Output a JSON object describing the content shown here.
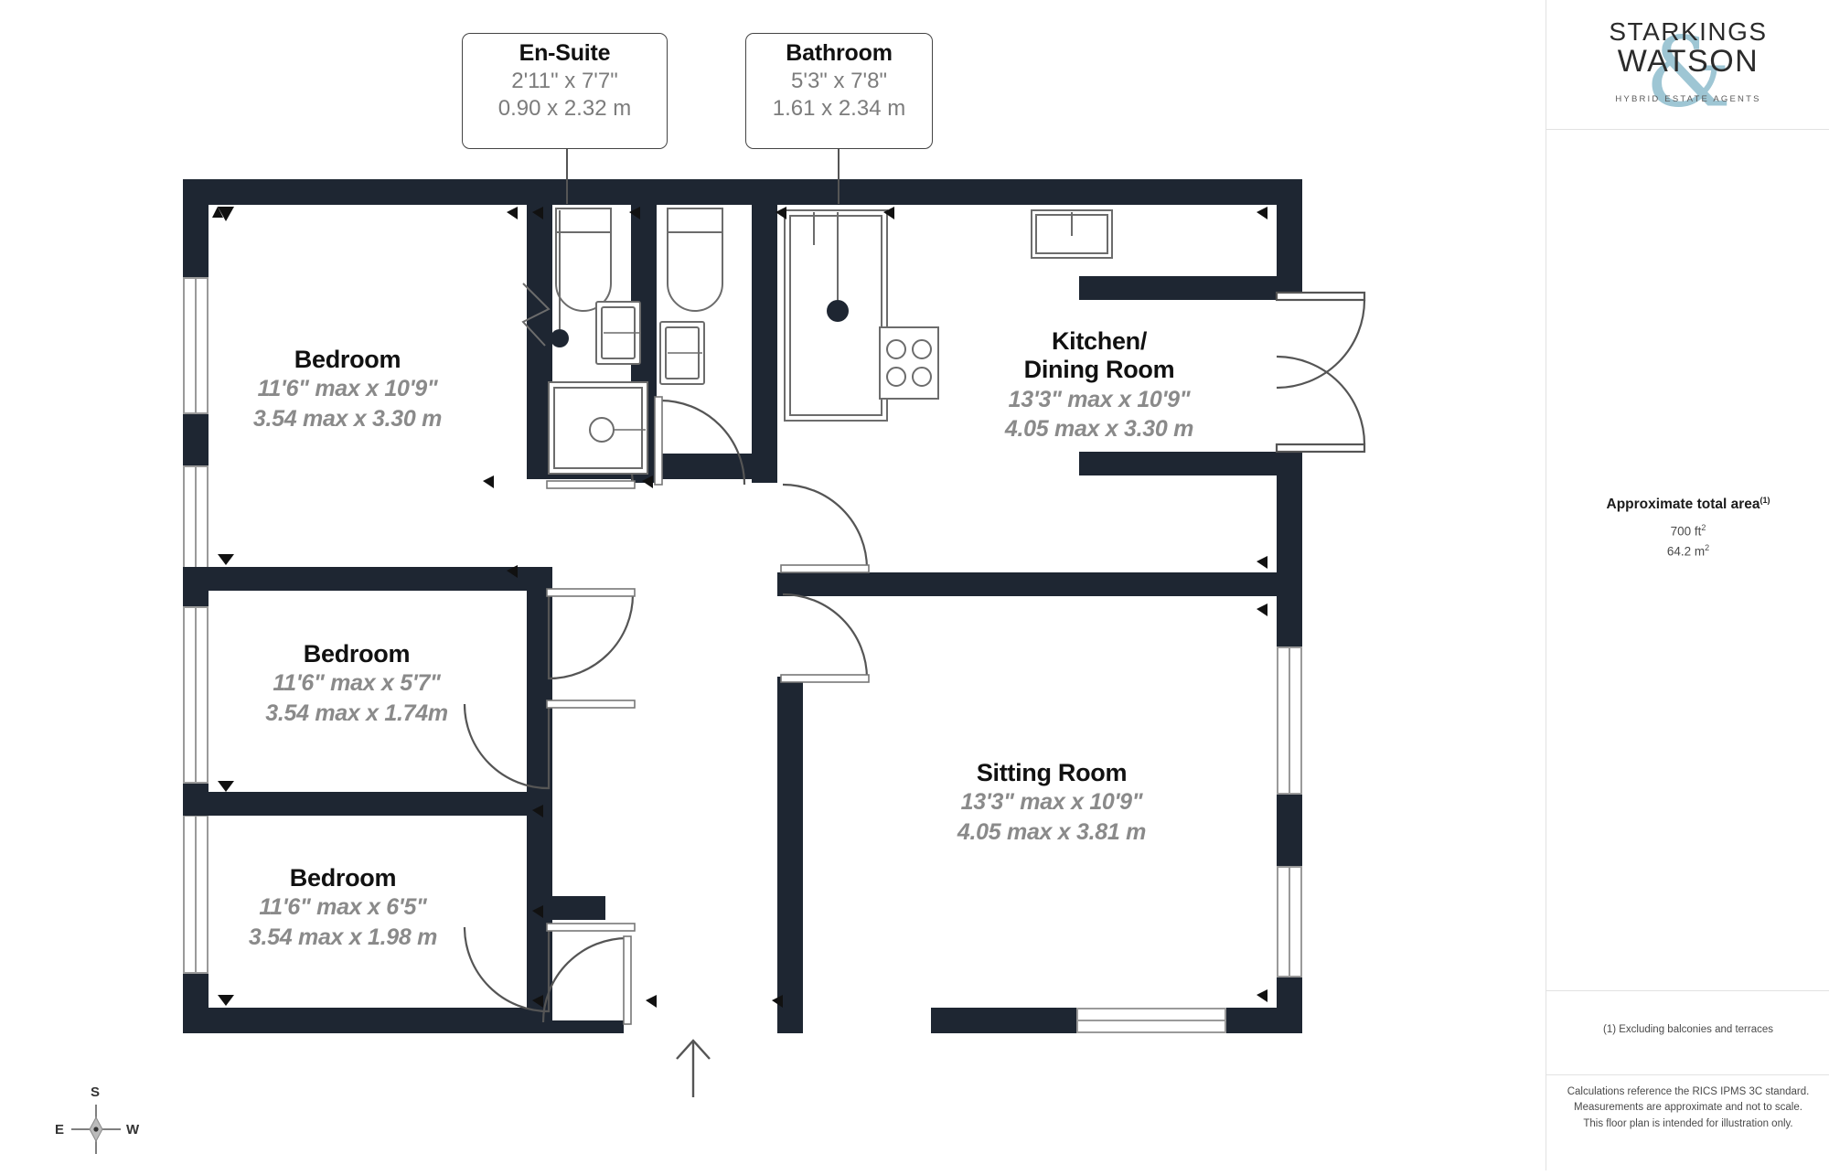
{
  "document": {
    "type": "floor-plan",
    "title": "Floor Plan"
  },
  "brand": {
    "ampersand": "&",
    "line1": "STARKINGS",
    "line2": "WATSON",
    "tagline": "HYBRID ESTATE AGENTS"
  },
  "area_summary": {
    "title": "Approximate total area",
    "title_superscript": "(1)",
    "imperial": "700 ft",
    "imperial_sup": "2",
    "metric": "64.2 m",
    "metric_sup": "2"
  },
  "footnote": {
    "text": "(1) Excluding balconies and terraces"
  },
  "disclaimer": {
    "text": "Calculations reference the RICS IPMS 3C standard. Measurements are approximate and not to scale. This floor plan is intended for illustration only."
  },
  "callouts": [
    {
      "id": "en-suite",
      "name": "En-Suite",
      "imperial": "2'11\" x 7'7\"",
      "metric": "0.90 x 2.32 m"
    },
    {
      "id": "bathroom",
      "name": "Bathroom",
      "imperial": "5'3\" x 7'8\"",
      "metric": "1.61 x 2.34 m"
    }
  ],
  "rooms": [
    {
      "id": "bedroom-1",
      "name": "Bedroom",
      "imperial": "11'6\" max x 10'9\"",
      "metric": "3.54 max x 3.30 m"
    },
    {
      "id": "bedroom-2",
      "name": "Bedroom",
      "imperial": "11'6\" max x 5'7\"",
      "metric": "3.54 max x 1.74m"
    },
    {
      "id": "bedroom-3",
      "name": "Bedroom",
      "imperial": "11'6\" max x 6'5\"",
      "metric": "3.54 max x 1.98 m"
    },
    {
      "id": "kitchen-dining",
      "name_line1": "Kitchen/",
      "name_line2": "Dining Room",
      "imperial": "13'3\" max x 10'9\"",
      "metric": "4.05 max x 3.30 m"
    },
    {
      "id": "sitting-room",
      "name": "Sitting Room",
      "imperial": "13'3\" max x 10'9\"",
      "metric": "4.05 max x 3.81 m"
    }
  ],
  "compass": {
    "north_position_label": "S",
    "left_label": "E",
    "right_label": "W"
  },
  "colors": {
    "wall": "#1e2632",
    "room_name": "#111111",
    "dimension": "#8a8a8a",
    "logo_accent": "#9ec6d4",
    "panel_border": "#e2e2e2",
    "background": "#ffffff"
  }
}
